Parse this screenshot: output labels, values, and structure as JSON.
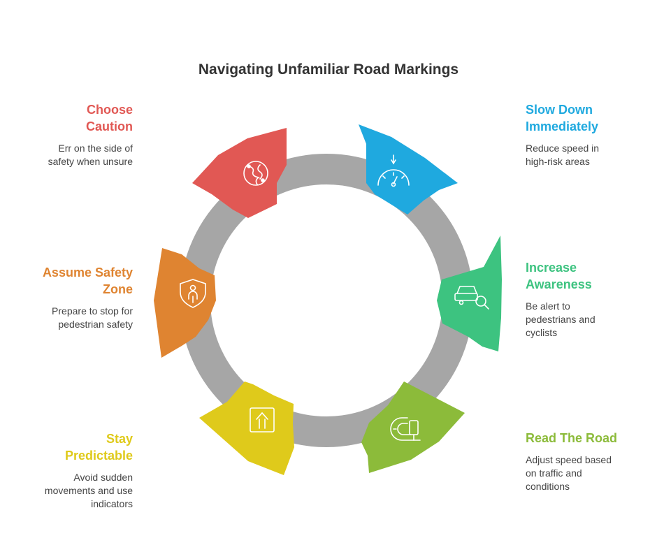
{
  "title": "Navigating Unfamiliar Road Markings",
  "colors": {
    "track": "#a6a6a6",
    "red": "#e15854",
    "blue": "#1fa9df",
    "green": "#3dc380",
    "lime": "#8cbb3a",
    "yellow": "#dfca1b",
    "orange": "#df8431"
  },
  "items": [
    {
      "key": "choose-caution",
      "title": "Choose\nCaution",
      "description": "Err on the side of\nsafety when unsure",
      "color": "#e15854",
      "icon": "tangled-path-icon"
    },
    {
      "key": "slow-down",
      "title": "Slow Down\nImmediately",
      "description": "Reduce speed in\nhigh-risk areas",
      "color": "#1fa9df",
      "icon": "speedometer-icon"
    },
    {
      "key": "increase-awareness",
      "title": "Increase\nAwareness",
      "description": "Be alert to\npedestrians and\ncyclists",
      "color": "#3dc380",
      "icon": "car-search-icon"
    },
    {
      "key": "read-the-road",
      "title": "Read The Road",
      "description": "Adjust speed based\non traffic and\nconditions",
      "color": "#8cbb3a",
      "icon": "winding-road-icon"
    },
    {
      "key": "stay-predictable",
      "title": "Stay\nPredictable",
      "description": "Avoid sudden\nmovements and use\nindicators",
      "color": "#dfca1b",
      "icon": "lane-arrow-sign-icon"
    },
    {
      "key": "assume-safety-zone",
      "title": "Assume Safety\nZone",
      "description": "Prepare to stop for\npedestrian safety",
      "color": "#df8431",
      "icon": "shield-person-icon"
    }
  ]
}
